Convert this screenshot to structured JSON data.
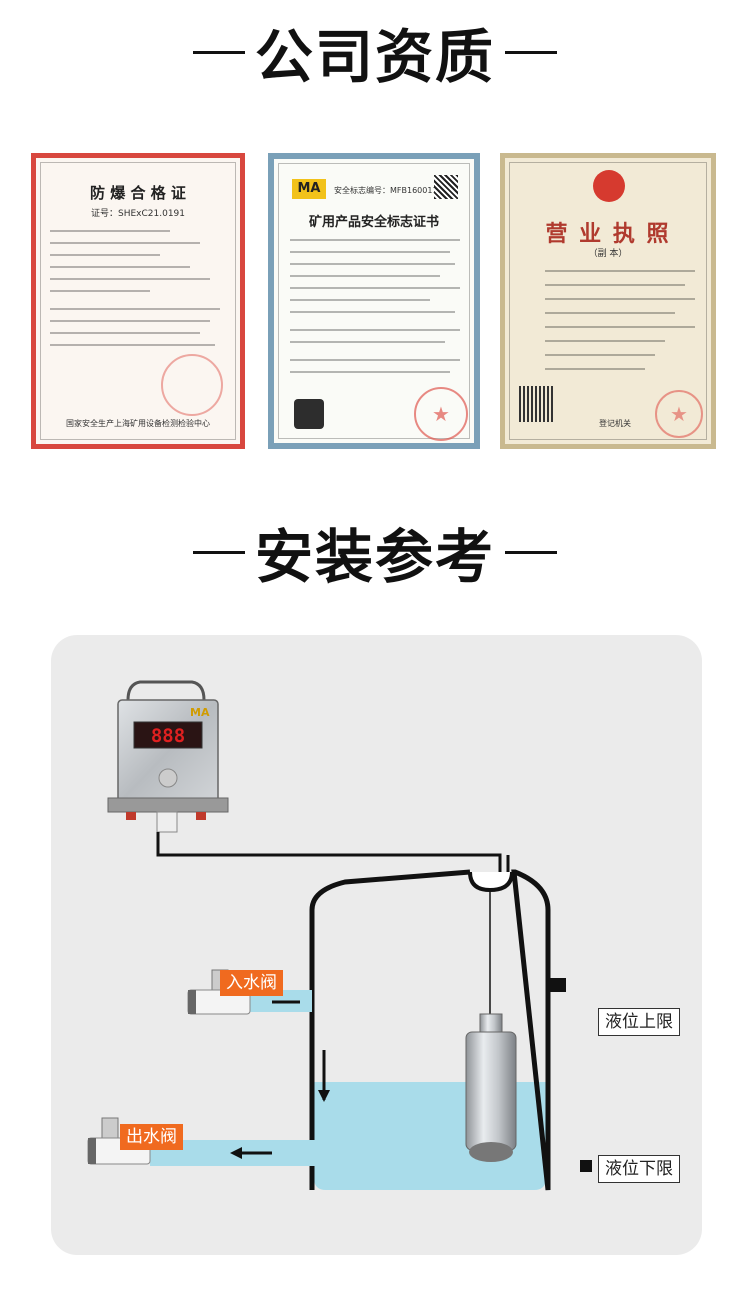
{
  "sections": {
    "qualification_title": "公司资质",
    "install_title": "安装参考"
  },
  "certificates": {
    "explosion": {
      "heading": "防 爆 合 格 证",
      "cn_number": "证号：SHExC21.0191",
      "authority": "国家安全生产上海矿用设备检测检验中心"
    },
    "mining": {
      "heading": "矿用产品安全标志证书",
      "mark_number": "安全标志编号：MFB160011"
    },
    "license": {
      "heading": "营 业 执 照",
      "sub": "（副 本）",
      "issuer": "登记机关"
    }
  },
  "install": {
    "inlet_valve": "入水阀",
    "outlet_valve": "出水阀",
    "upper_limit": "液位上限",
    "lower_limit": "液位下限",
    "display_value": "888"
  },
  "colors": {
    "accent_orange": "#f06a1f",
    "water": "#a9dcea",
    "cert_red": "#d8473e"
  }
}
